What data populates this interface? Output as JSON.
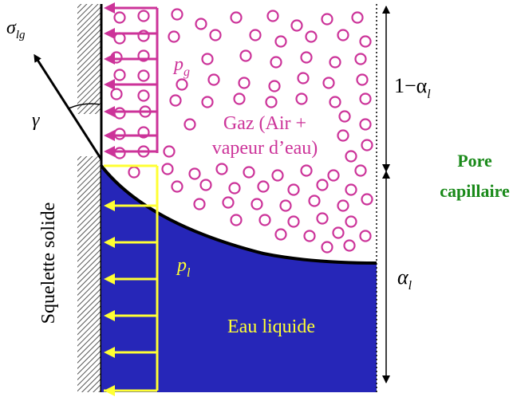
{
  "labels": {
    "sigma": "σ",
    "sigma_sub": "lg",
    "gamma": "γ",
    "p_g": "p",
    "p_g_sub": "g",
    "gas_line1": "Gaz (Air +",
    "gas_line2": "vapeur d’eau)",
    "p_l": "p",
    "p_l_sub": "l",
    "liquid": "Eau liquide",
    "solid": "Squelette solide",
    "pore_line1": "Pore",
    "pore_line2": "capillaire",
    "one_minus_alpha": "1−α",
    "one_minus_alpha_sub": "l",
    "alpha": "α",
    "alpha_sub": "l"
  },
  "colors": {
    "gas_pressure": "#cc3399",
    "liquid_pressure": "#ffff33",
    "liquid": "#2626b8",
    "pore_label": "#1a8a1a",
    "text": "#000000"
  }
}
